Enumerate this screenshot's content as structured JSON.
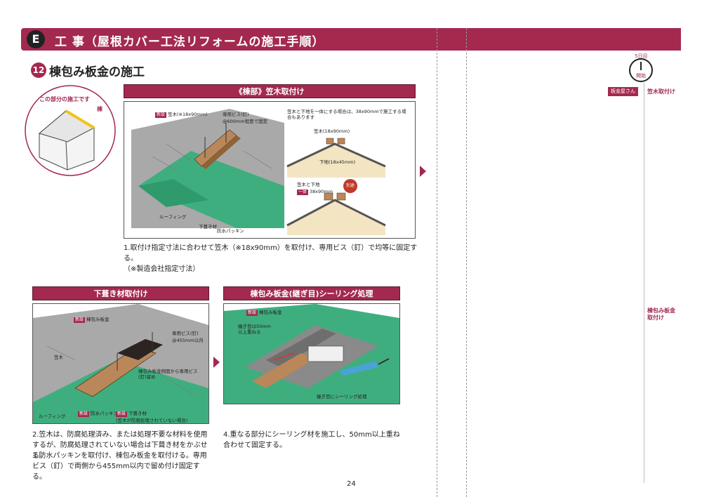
{
  "header": {
    "badge": "E",
    "title": "工 事（屋根カバー工法リフォームの施工手順）"
  },
  "step": {
    "number": "12",
    "title": "棟包み板金の施工"
  },
  "house_callout": {
    "text": "この部分の施工です",
    "label": "棟"
  },
  "panel_top": {
    "title": "《棟部》笠木取付け",
    "callouts": {
      "kasagi": "笠木(※18x90mm)",
      "tag": "新設",
      "screw": "専用ビス(釘)",
      "screw_spacing": "@600mm程度で固定",
      "roofing": "ルーフィング",
      "fukishitazai": "下葺き材",
      "packing": "防水パッキン",
      "note_right": "笠木と下地を一体にする場合は、38x90mmで施工する場合もあります",
      "kasagi2": "笠木(18x90mm)",
      "shitaji": "下地(18x45mm)",
      "kasagi_shitaji": "笠木と下地",
      "ittai": "一体",
      "size_38": "38x90mm",
      "badge": "別途"
    },
    "instruction": "1.取付け指定寸法に合わせて笠木（※18x90mm）を取付け、専用ビス（釘）で均等に固定する。\n（※製造会社指定寸法）"
  },
  "panel_bottom_left": {
    "title": "下葺き材取付け",
    "callouts": {
      "tag1": "新設",
      "munezutsumi": "棟包み板金",
      "screw": "専用ビス(釘)",
      "screw_spacing": "@455mm以内",
      "kasagi": "笠木",
      "side_screw": "棟包み板金側面から専用ビス(釘)留め",
      "roofing": "ルーフィング",
      "tag2": "新設",
      "packing": "防水パッキン",
      "tag3": "新設",
      "fukishita": "下葺き材",
      "fukishita_note": "(笠木が防腐処理されていない場合)"
    },
    "instruction1": "2.笠木は、防腐処理済み、または処理不要な材料を使用するが、防腐処理されていない場合は下葺き材をかぶせる。",
    "instruction2": "3.防水パッキンを取付け、棟包み板金を取付ける。専用ビス（釘）で両側から455mm以内で留め付け固定する。"
  },
  "panel_bottom_right": {
    "title": "棟包み板金(継ぎ目)シーリング処理",
    "callouts": {
      "tag": "新設",
      "munezutsumi": "棟包み板金",
      "overlap": "継ぎ目は50mm以上重ねる",
      "sealing": "継ぎ目にシーリング処理"
    },
    "instruction": "4.重なる部分にシーリング材を施工し、50mm以上重ね合わせて固定する。"
  },
  "right_column": {
    "clock_top": "5日目",
    "clock_bottom": "開始",
    "tag": "板金屋さん",
    "label1": "笠木取付け",
    "label2": "棟包み板金\n取付け"
  },
  "page_number": "24",
  "colors": {
    "accent": "#a3294f",
    "roof_green": "#3fae7f",
    "wood": "#b9875a",
    "roof_gray": "#9a9a9a"
  }
}
